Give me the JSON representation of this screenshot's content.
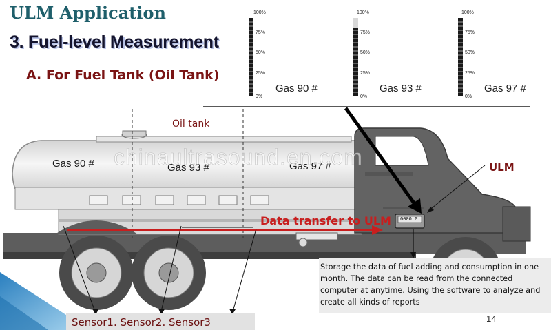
{
  "header": {
    "app_title": "ULM Application",
    "section_title": "3. Fuel-level Measurement",
    "sub_title": "A. For Fuel Tank (Oil Tank)"
  },
  "gauges": [
    {
      "label": "Gas 90 #",
      "ticks": [
        "100%",
        "75%",
        "50%",
        "25%",
        "0%"
      ]
    },
    {
      "label": "Gas 93 #",
      "ticks": [
        "100%",
        "75%",
        "50%",
        "25%",
        "0%"
      ]
    },
    {
      "label": "Gas 97 #",
      "ticks": [
        "100%",
        "75%",
        "50%",
        "25%",
        "0%"
      ]
    }
  ],
  "tank": {
    "title": "Oil tank",
    "compartments": [
      "Gas 90 #",
      "Gas 93 #",
      "Gas 97 #"
    ]
  },
  "ulm_label": "ULM",
  "device_display": "0000 0",
  "data_transfer_label": "Data transfer to ULM",
  "storage_note": "Storage the data of fuel adding and consumption in one month. The data can be read from the connected computer at anytime. Using the software to analyze and create all kinds of reports",
  "sensor_label": "Sensor1. Sensor2. Sensor3",
  "watermark": "chinaultrasound.en.com",
  "page_number": "14",
  "colors": {
    "title": "#1f5f6b",
    "accent_red": "#c81e1e",
    "dark_red": "#7a1414",
    "truck_body": "#5f5f5f",
    "tank": "#e8e8e8",
    "slide_corner": "#4f9fcf"
  }
}
